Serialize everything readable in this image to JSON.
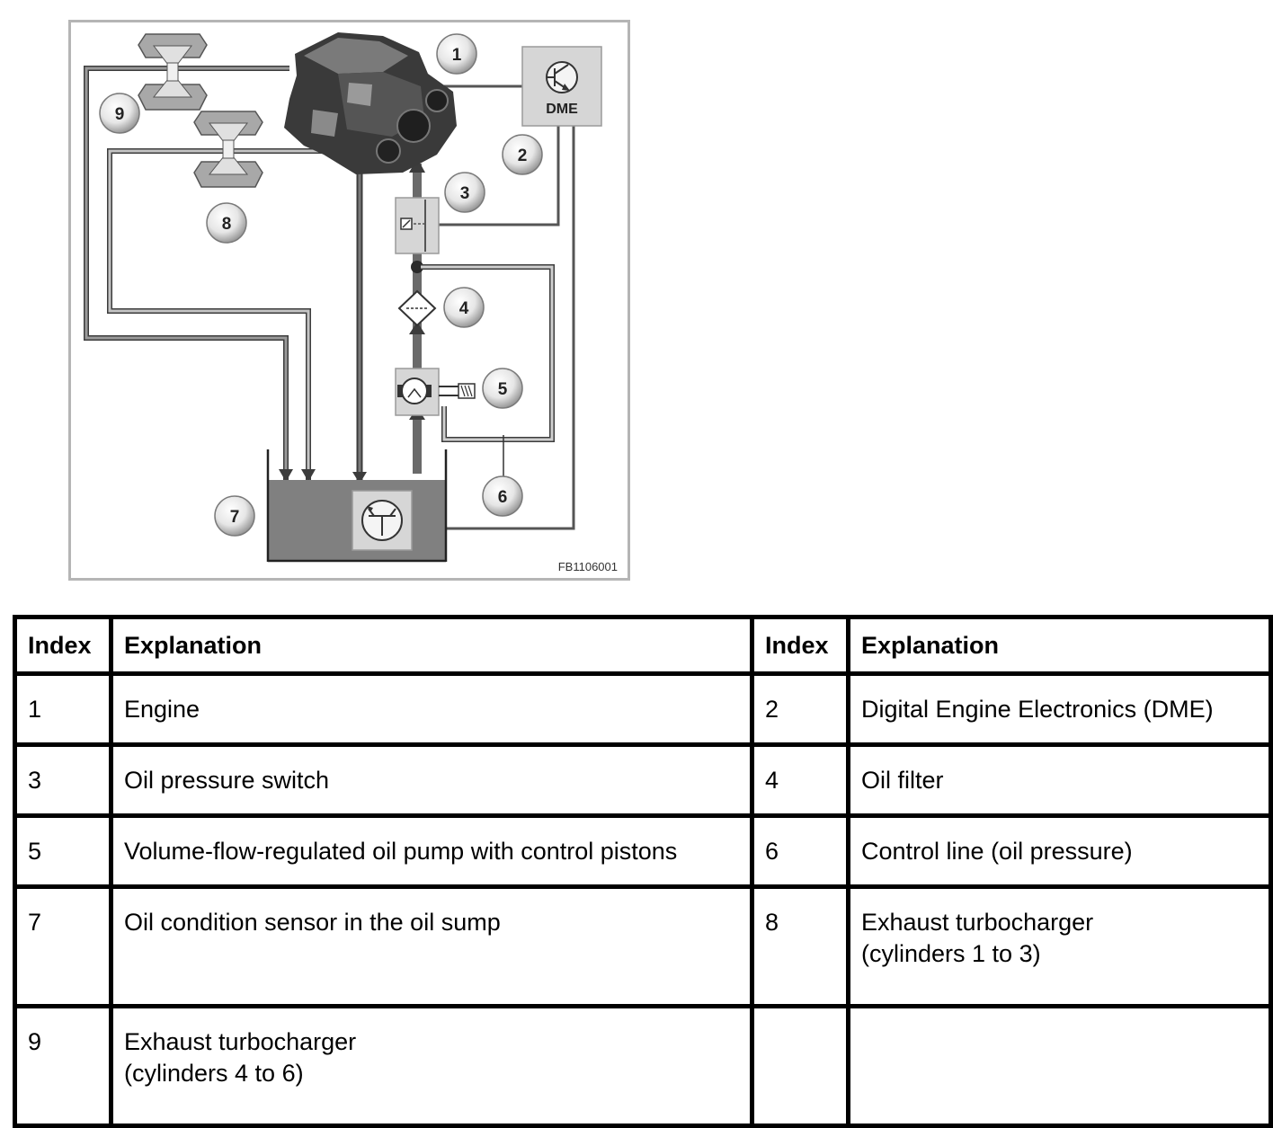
{
  "figure": {
    "code": "FB1106001",
    "dme_label": "DME",
    "callouts": [
      "1",
      "2",
      "3",
      "4",
      "5",
      "6",
      "7",
      "8",
      "9"
    ],
    "colors": {
      "frame": "#b5b5b5",
      "pipe_dark": "#6e6e6e",
      "pipe_light": "#bdbdbd",
      "sump": "#808080",
      "component_bg": "#d9d9d9",
      "turbo": "#a8a8a8",
      "engine": "#3a3a3a"
    },
    "icons": [
      "engine-icon",
      "dme-transistor-icon",
      "pressure-switch-icon",
      "oil-filter-icon",
      "oil-pump-icon",
      "oil-sensor-icon",
      "turbocharger-icon"
    ]
  },
  "table": {
    "headers": {
      "index_1": "Index",
      "explanation_1": "Explanation",
      "index_2": "Index",
      "explanation_2": "Explanation"
    },
    "rows": [
      {
        "i1": "1",
        "e1": "Engine",
        "i2": "2",
        "e2": "Digital Engine Electronics (DME)"
      },
      {
        "i1": "3",
        "e1": "Oil pressure switch",
        "i2": "4",
        "e2": "Oil filter"
      },
      {
        "i1": "5",
        "e1": "Volume-flow-regulated oil pump with control pistons",
        "i2": "6",
        "e2": "Control line (oil pressure)"
      },
      {
        "i1": "7",
        "e1": "Oil condition sensor in the oil sump",
        "i2": "8",
        "e2": "Exhaust turbocharger\n(cylinders 1 to 3)"
      },
      {
        "i1": "9",
        "e1": "Exhaust turbocharger\n(cylinders 4 to 6)",
        "i2": "",
        "e2": ""
      }
    ]
  }
}
